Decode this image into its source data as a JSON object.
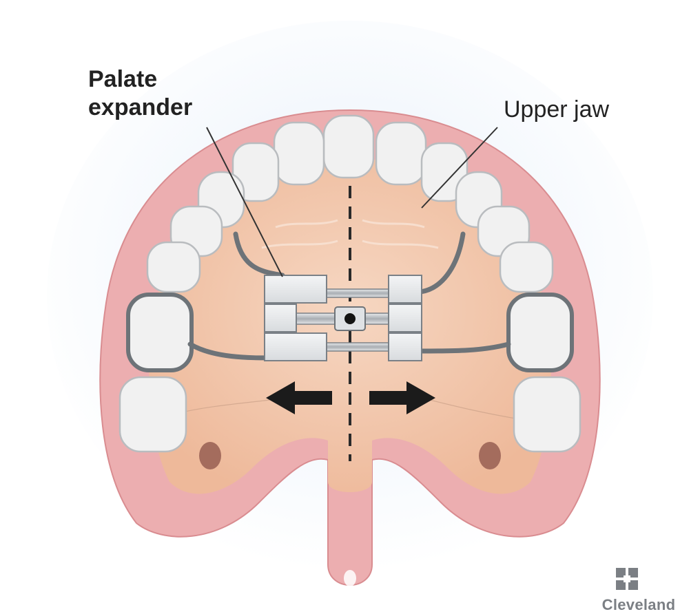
{
  "labels": {
    "palate_line1": "Palate",
    "palate_line2": "expander",
    "upper_jaw": "Upper jaw"
  },
  "brand": {
    "name": "Cleveland",
    "icon": "cleveland-clinic-logo-icon"
  },
  "colors": {
    "gum": "#ecaeb0",
    "gum_dark": "#d98c90",
    "palate": "#f2c6a8",
    "palate_light": "#f7dccb",
    "tooth": "#f1f1f1",
    "tooth_edge": "#b9bcbf",
    "metal": "#bfc3c7",
    "metal_dark": "#6d7378",
    "arrow": "#1b1b1b",
    "midline": "#2a2a2a"
  },
  "icons": [
    "left-arrow-icon",
    "right-arrow-icon",
    "expander-screw-icon"
  ]
}
